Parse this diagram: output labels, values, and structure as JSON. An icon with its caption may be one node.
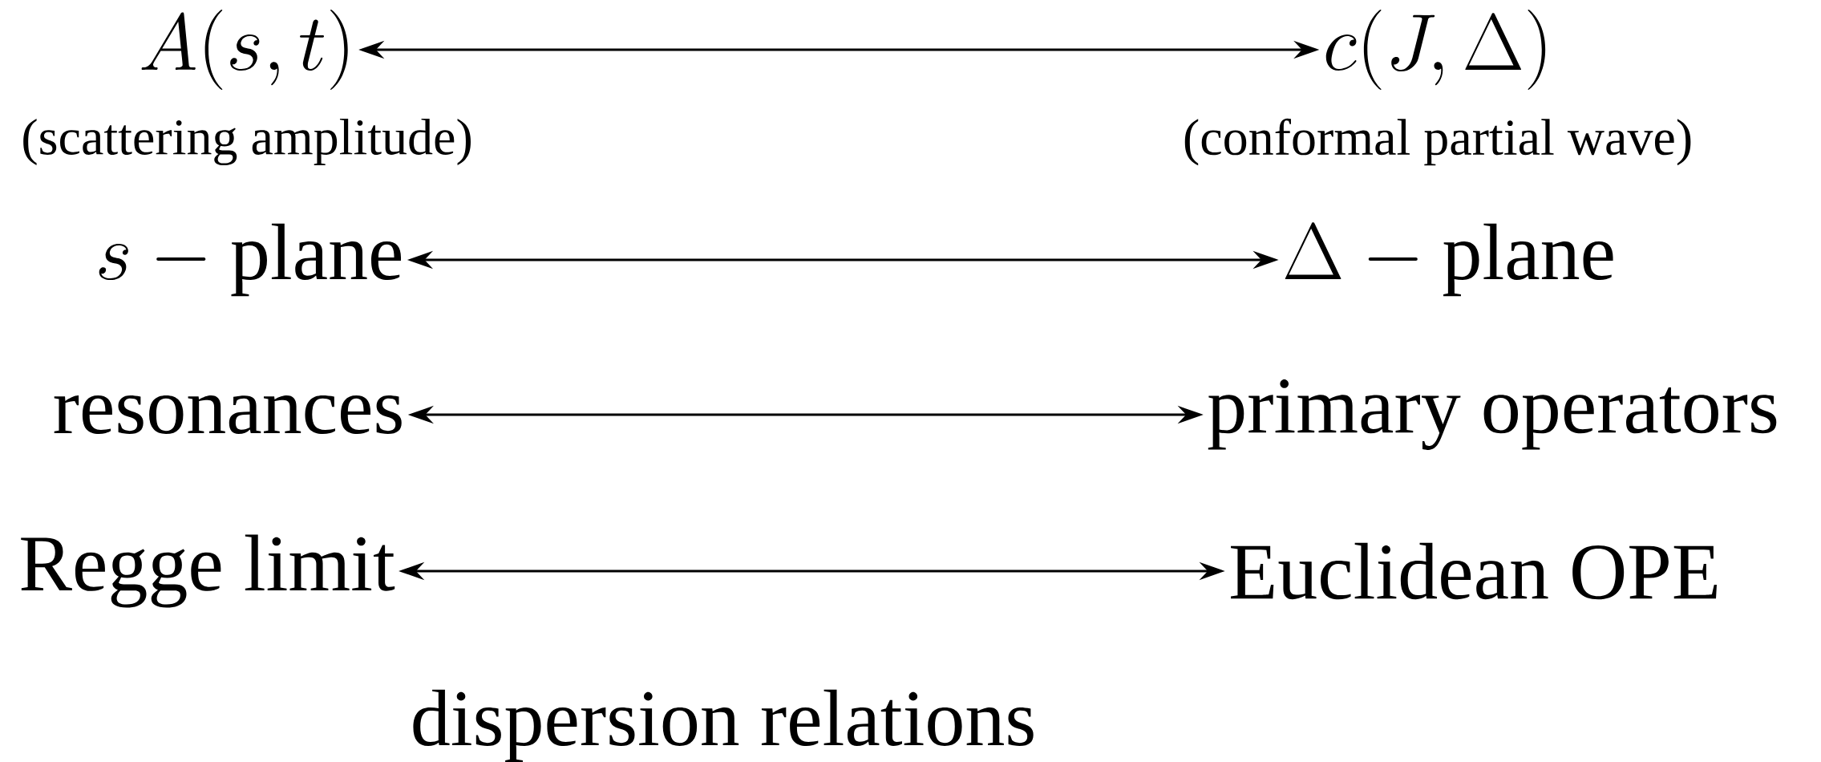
{
  "diagram": {
    "nodes": [
      {
        "text": [
          "A(s,t)"
        ],
        "beside": [
          "(scattering amplitude)"
        ]
      },
      {
        "text": [
          "c(J,\\Delta)"
        ],
        "beside": [
          "(conformal partial wave)"
        ]
      },
      {
        "text": [
          "s-\\mathrm{plane}"
        ]
      },
      {
        "text": [
          "\\Delta-\\mathrm{plane}"
        ]
      },
      {
        "text": [
          "resonances"
        ]
      },
      {
        "text": [
          "primary operators"
        ]
      },
      {
        "text": [
          "Regge limit"
        ]
      },
      {
        "text": [
          "Euclidean OPE"
        ]
      }
    ],
    "edges": [
      {
        "from": 0,
        "to": 1,
        "arrow": "both"
      },
      {
        "from": 2,
        "to": 3,
        "arrow": "both"
      },
      {
        "from": 4,
        "to": 5,
        "arrow": "both"
      },
      {
        "from": 6,
        "to": 7,
        "arrow": "both"
      }
    ],
    "labels": [
      "dispersion relations"
    ]
  }
}
